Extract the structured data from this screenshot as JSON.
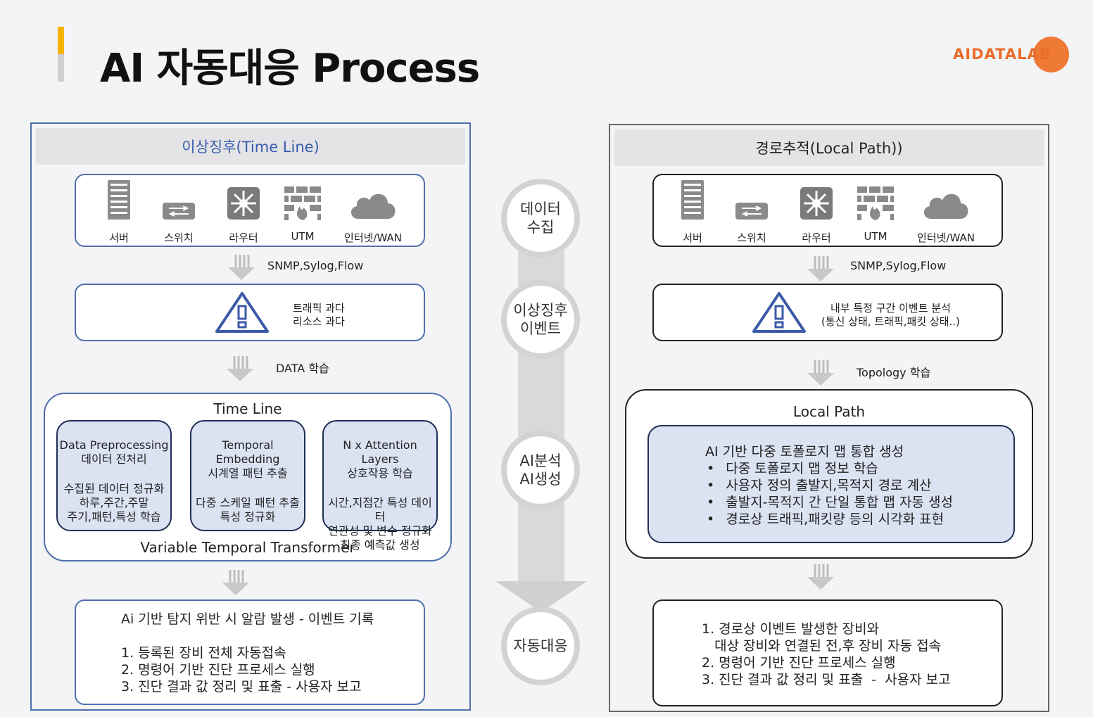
{
  "title": "AI 자동대응 Process",
  "logo": "AIDATALAB",
  "devices": [
    "서버",
    "스위치",
    "라우터",
    "UTM",
    "인터넷/WAN"
  ],
  "left": {
    "header": "이상징후(Time Line)",
    "collect_label": "SNMP,Sylog,Flow",
    "alert_lines": [
      "트래픽 과다",
      "리소스 과다"
    ],
    "learn_label": "DATA 학습",
    "timeline_title": "Time Line",
    "transformer_label": "Variable Temporal Transformer",
    "stages": [
      {
        "title1": "Data Preprocessing",
        "title2": "데이터 전처리",
        "body": [
          "수집된 데이터 정규화",
          "하루,주간,주말",
          "주기,패턴,특성 학습"
        ]
      },
      {
        "title1": "Temporal Embedding",
        "title2": "시계열 패턴 추출",
        "body": [
          "다중 스케일 패턴 추출",
          "특성 정규화"
        ]
      },
      {
        "title1": "N x Attention Layers",
        "title2": "상호작용 학습",
        "body": [
          "시간,지점간 특성 데이터",
          "연관성 및 변수 정규화",
          "최종 예측값 생성"
        ]
      }
    ],
    "result_title": "Ai 기반 탐지 위반 시 알람 발생  -  이벤트 기록",
    "result_lines": [
      "1. 등록된 장비 전체 자동접속",
      "2. 명령어 기반 진단 프로세스 실행",
      "3. 진단 결과 값 정리 및 표출  -  사용자 보고"
    ]
  },
  "center": {
    "steps": [
      "데이터\n수집",
      "이상징후\n이벤트",
      "AI분석\nAI생성",
      "자동대응"
    ]
  },
  "right": {
    "header": "경로추적(Local Path))",
    "collect_label": "SNMP,Sylog,Flow",
    "alert_lines": [
      "내부 특정 구간 이벤트 분석",
      "(통신 상태, 트래픽,패킷 상태..)"
    ],
    "learn_label": "Topology 학습",
    "localpath_title": "Local Path",
    "localpath_heading": "AI 기반 다중 토폴로지 맵 통합 생성",
    "localpath_items": [
      "다중 토폴로지 맵 정보 학습",
      "사용자 정의 출발지,목적지 경로 계산",
      "출발지-목적지 간 단일 통합 맵 자동 생성",
      "경로상 트래픽,패킷량 등의 시각화 표현"
    ],
    "result_lines": [
      "1. 경로상 이벤트 발생한 장비와",
      "   대상 장비와 연결된 전,후 장비 자동 접속",
      "2. 명령어 기반 진단 프로세스 실행",
      "3. 진단 결과 값 정리 및 표출  -  사용자 보고"
    ]
  }
}
